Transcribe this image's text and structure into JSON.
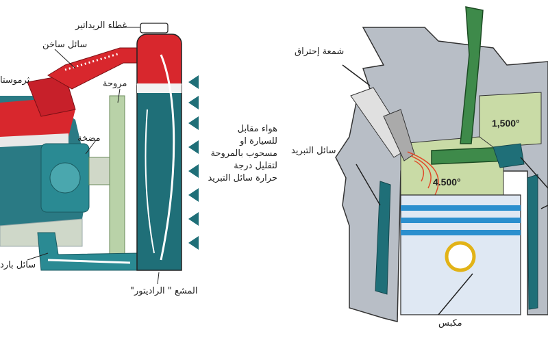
{
  "labels": {
    "radiator_cap": "غطاء الريداتير",
    "hot_coolant": "سائل ساخن",
    "thermostat": "ثرموستا",
    "fan": "مروحة",
    "pump": "مضخة",
    "cold_coolant": "سائل بارد",
    "radiator": "المشع \" الراديتور\"",
    "air_note": [
      "هواء مقابل",
      "للسيارة او",
      "مسحوب بالمروحة",
      "لتقليل درجة",
      "حرارة سائل التبريد"
    ],
    "spark_plug": "شمعة إحتراق",
    "coolant": "سائل التبريد",
    "piston": "مكبس",
    "temp_chamber": "4.500°",
    "temp_head": "1,500°"
  },
  "colors": {
    "hot": "#d8272d",
    "cold": "#1f6f78",
    "engine_gray": "#b8bec6",
    "valve_green": "#3e8a4a",
    "chamber_green": "#c9dba6",
    "piston_blue": "#cfe3f3",
    "ring_blue": "#2b8fce"
  }
}
